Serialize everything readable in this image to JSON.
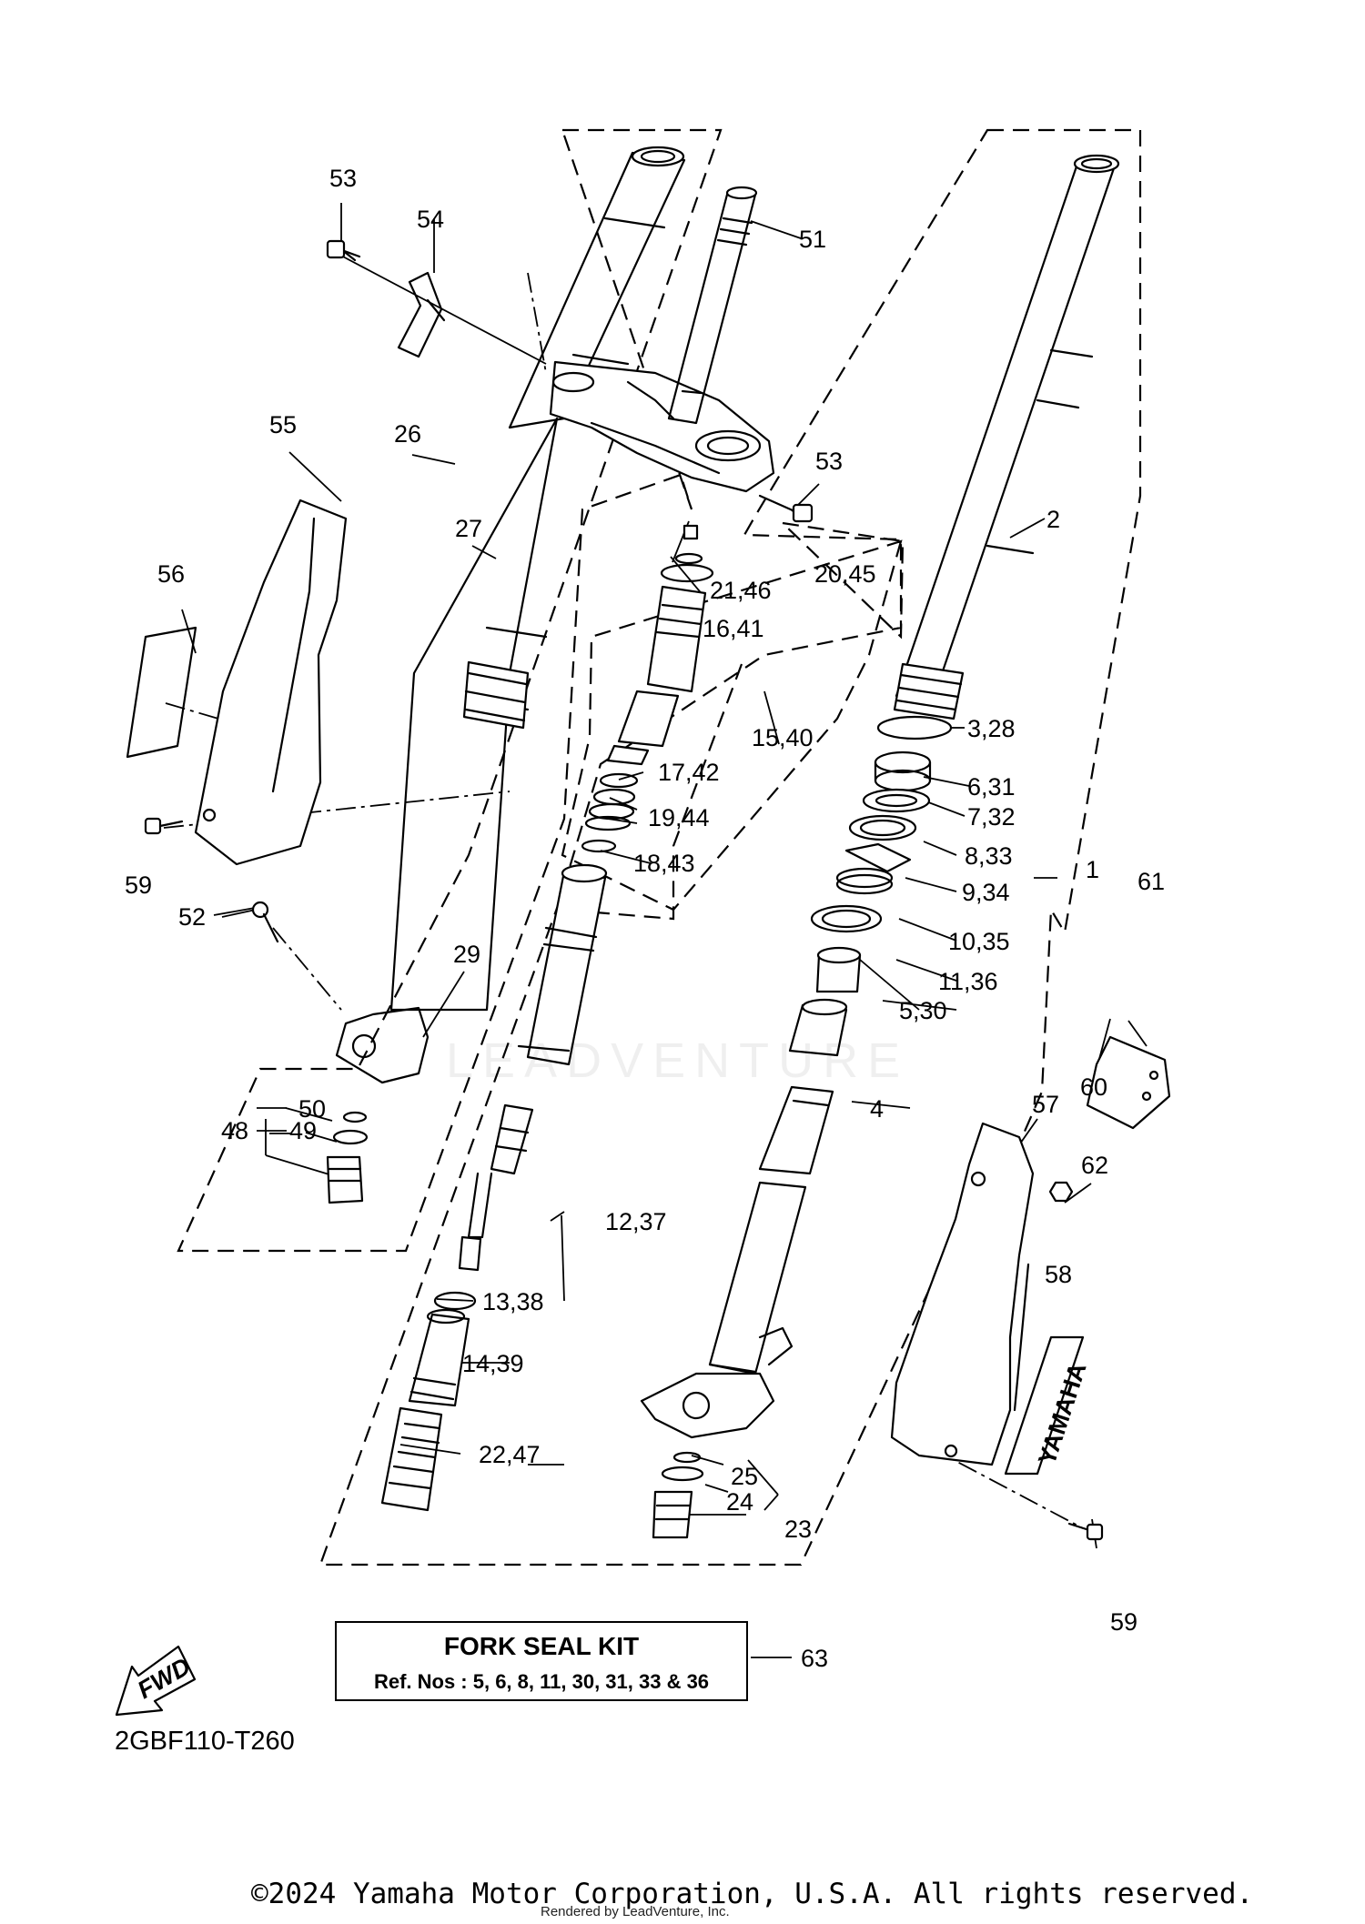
{
  "diagram": {
    "part_labels": [
      "1",
      "2",
      "3,28",
      "4",
      "5,30",
      "6,31",
      "7,32",
      "8,33",
      "9,34",
      "10,35",
      "11,36",
      "12,37",
      "13,38",
      "14,39",
      "15,40",
      "16,41",
      "17,42",
      "18,43",
      "19,44",
      "20,45",
      "21,46",
      "22,47",
      "23",
      "24",
      "25",
      "26",
      "27",
      "29",
      "48",
      "49",
      "50",
      "51",
      "52",
      "53",
      "53",
      "54",
      "55",
      "56",
      "57",
      "58",
      "59",
      "59",
      "60",
      "61",
      "62",
      "63"
    ],
    "decal_text": "YAMAHA",
    "fwd_text": "FWD",
    "watermark_text": "LEADVENTURE"
  },
  "kit": {
    "title": "FORK SEAL KIT",
    "refs": "Ref. Nos :  5, 6, 8, 11, 30, 31, 33 & 36",
    "ref_number": "63"
  },
  "diagram_code": "2GBF110-T260",
  "footer": {
    "copyright": "©2024 Yamaha Motor Corporation, U.S.A. All rights reserved.",
    "rendered_by": "Rendered by LeadVenture, Inc."
  }
}
